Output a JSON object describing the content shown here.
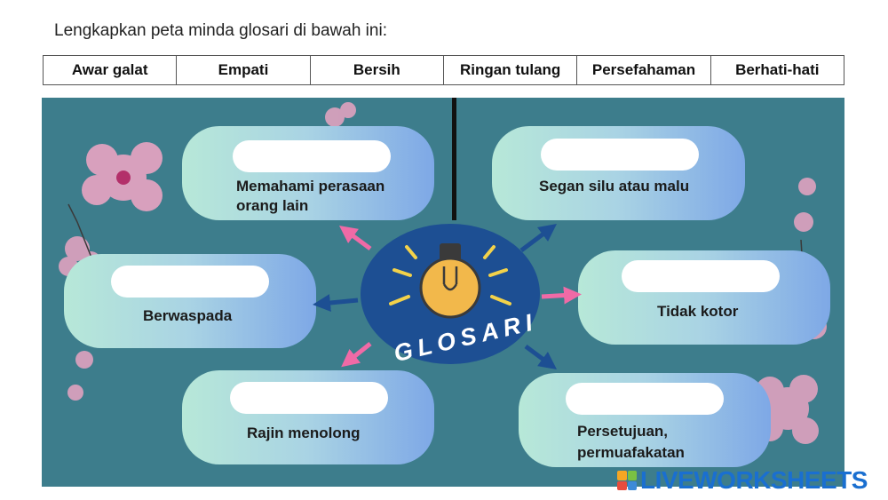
{
  "instruction": "Lengkapkan peta minda glosari di bawah ini:",
  "word_bank": [
    "Awar galat",
    "Empati",
    "Bersih",
    "Ringan tulang",
    "Persefahaman",
    "Berhati-hati"
  ],
  "center": {
    "title": "GLOSARI"
  },
  "clues": {
    "top_left_line1": "Memahami perasaan",
    "top_left_line2": "orang lain",
    "top_right": "Segan silu atau malu",
    "mid_left": "Berwaspada",
    "mid_right": "Tidak kotor",
    "bottom_left": "Rajin menolong",
    "bottom_right_line1": "Persetujuan,",
    "bottom_right_line2": "permuafakatan"
  },
  "answers": {
    "top_left": "",
    "top_right": "",
    "mid_left": "",
    "mid_right": "",
    "bottom_left": "",
    "bottom_right": ""
  },
  "watermark": {
    "text": "LIVEWORKSHEETS"
  },
  "colors": {
    "board": "#3d7d8c",
    "hub": "#1d4f93",
    "arrow_pink": "#f06aa6",
    "arrow_blue": "#1d4f93",
    "bulb": "#f2b84b",
    "rays": "#f3d24a",
    "logo": "#1a6fd0"
  }
}
